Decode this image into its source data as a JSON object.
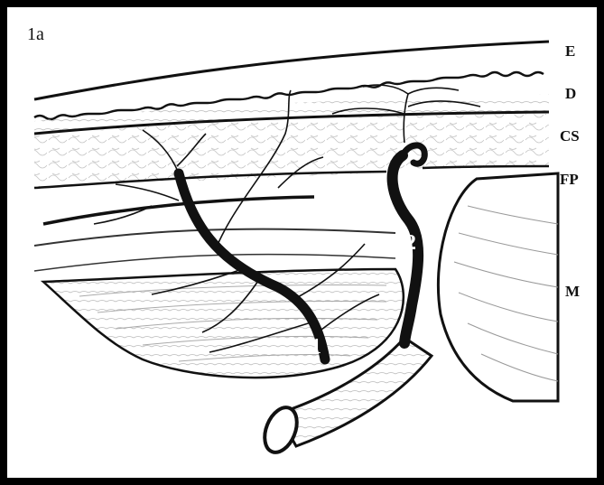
{
  "figure_label": "1a",
  "layers": {
    "E": "E",
    "D": "D",
    "CS": "CS",
    "FP": "FP",
    "M": "M"
  },
  "vessels": {
    "one": "1",
    "two": "2"
  }
}
